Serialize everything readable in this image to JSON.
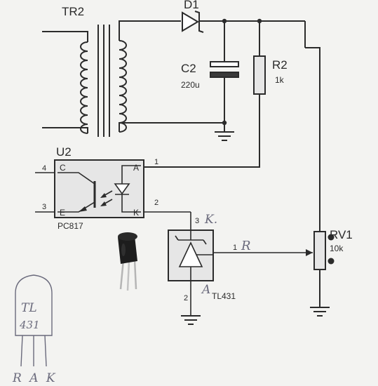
{
  "labels": {
    "tr2": "TR2",
    "d1": "D1",
    "c2_name": "C2",
    "c2_value": "220u",
    "r2_name": "R2",
    "r2_value": "1k",
    "u2_name": "U2",
    "u2_part": "PC817",
    "u2_pin_c": "C",
    "u2_pin_e": "E",
    "u2_pin_a": "A",
    "u2_pin_k": "K",
    "pin_4": "4",
    "pin_3": "3",
    "pin_1": "1",
    "pin_2": "2",
    "tl_pin_3": "3",
    "tl_pin_1": "1",
    "tl_pin_2": "2",
    "tl431_part": "TL431",
    "rv1_name": "RV1",
    "rv1_value": "10k"
  },
  "handwriting": {
    "k_mark": "K.",
    "r_mark": "R",
    "a_mark": "A",
    "sketch_line1": "TL",
    "sketch_line2": "431",
    "sketch_pins": "R A K"
  },
  "colors": {
    "background": "#f3f3f1",
    "wire": "#2b2b2b",
    "component_fill": "#e6e6e6",
    "pen": "#6a6a7c"
  }
}
